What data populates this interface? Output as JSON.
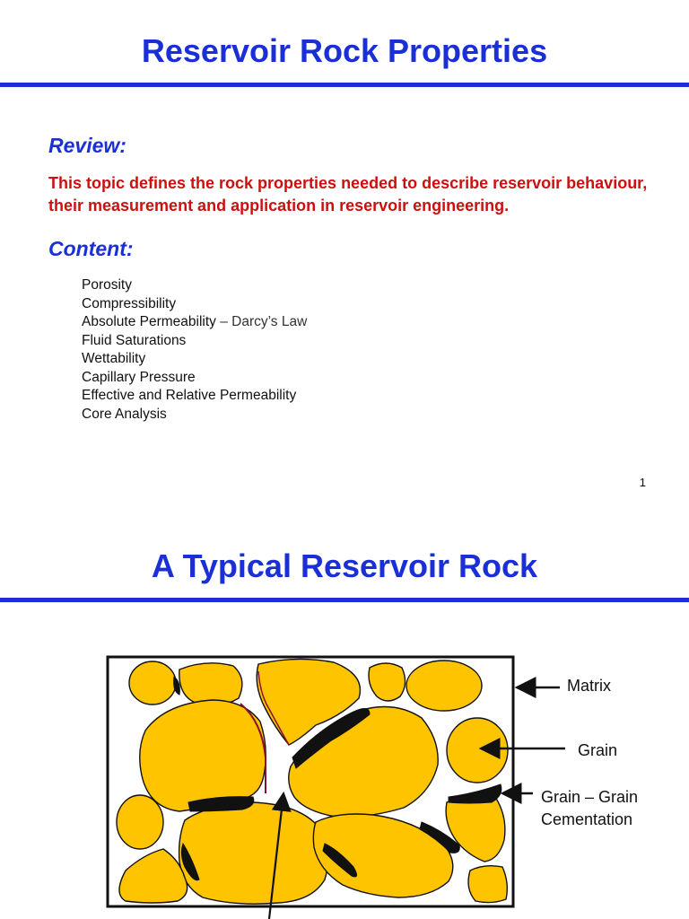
{
  "slide1": {
    "title": "Reservoir Rock Properties",
    "review_heading": "Review:",
    "review_text": "This topic defines the rock properties needed to describe reservoir behaviour, their measurement and application in reservoir engineering.",
    "content_heading": "Content:",
    "items": [
      {
        "text": "Porosity",
        "extra": ""
      },
      {
        "text": "Compressibility",
        "extra": ""
      },
      {
        "text": "Absolute Permeability",
        "extra": " – Darcy’s Law"
      },
      {
        "text": "Fluid Saturations",
        "extra": ""
      },
      {
        "text": "Wettability",
        "extra": ""
      },
      {
        "text": "Capillary Pressure",
        "extra": ""
      },
      {
        "text": "Effective and Relative Permeability",
        "extra": ""
      },
      {
        "text": "Core Analysis",
        "extra": ""
      }
    ],
    "page_number": "1"
  },
  "slide2": {
    "title": "A Typical Reservoir Rock",
    "labels": {
      "matrix": "Matrix",
      "grain": "Grain",
      "cementation_line1": "Grain – Grain",
      "cementation_line2": "Cementation"
    }
  },
  "colors": {
    "title_blue": "#1a2fd6",
    "intro_red": "#cc1010",
    "grain_fill": "#ffc400",
    "cement": "#111111"
  }
}
